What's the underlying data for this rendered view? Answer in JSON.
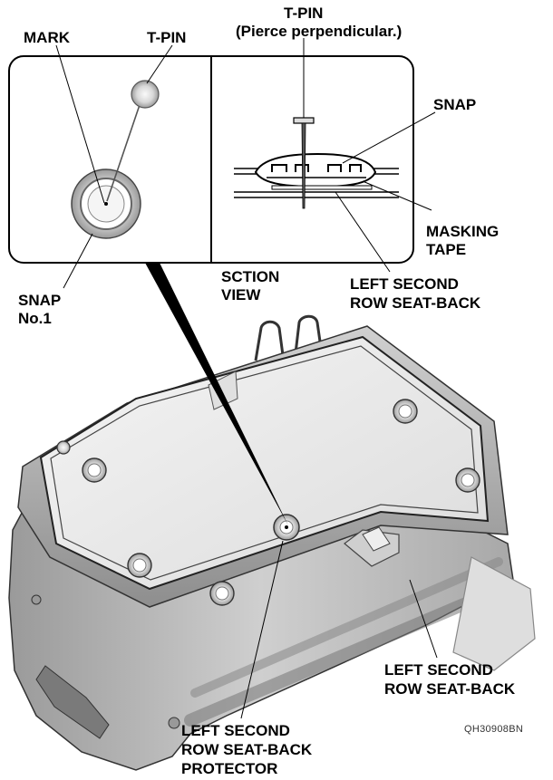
{
  "labels": {
    "mark": "MARK",
    "tpin_left": "T-PIN",
    "tpin_right": "T-PIN",
    "tpin_right_note": "(Pierce perpendicular.)",
    "snap": "SNAP",
    "masking_tape_1": "MASKING",
    "masking_tape_2": "TAPE",
    "left_second_seatback_top_1": "LEFT SECOND",
    "left_second_seatback_top_2": "ROW SEAT-BACK",
    "section_view_1": "SCTION",
    "section_view_2": "VIEW",
    "snap_no1_1": "SNAP",
    "snap_no1_2": "No.1",
    "left_second_seatback_bottom_1": "LEFT SECOND",
    "left_second_seatback_bottom_2": "ROW SEAT-BACK",
    "protector_1": "LEFT SECOND",
    "protector_2": "ROW SEAT-BACK",
    "protector_3": "PROTECTOR"
  },
  "figure_code": "QH30908BN",
  "colors": {
    "line": "#000000",
    "panel_border": "#000000",
    "seat_light": "#e6e6e6",
    "seat_mid": "#bdbdbd",
    "seat_dark": "#8c8c8c"
  }
}
